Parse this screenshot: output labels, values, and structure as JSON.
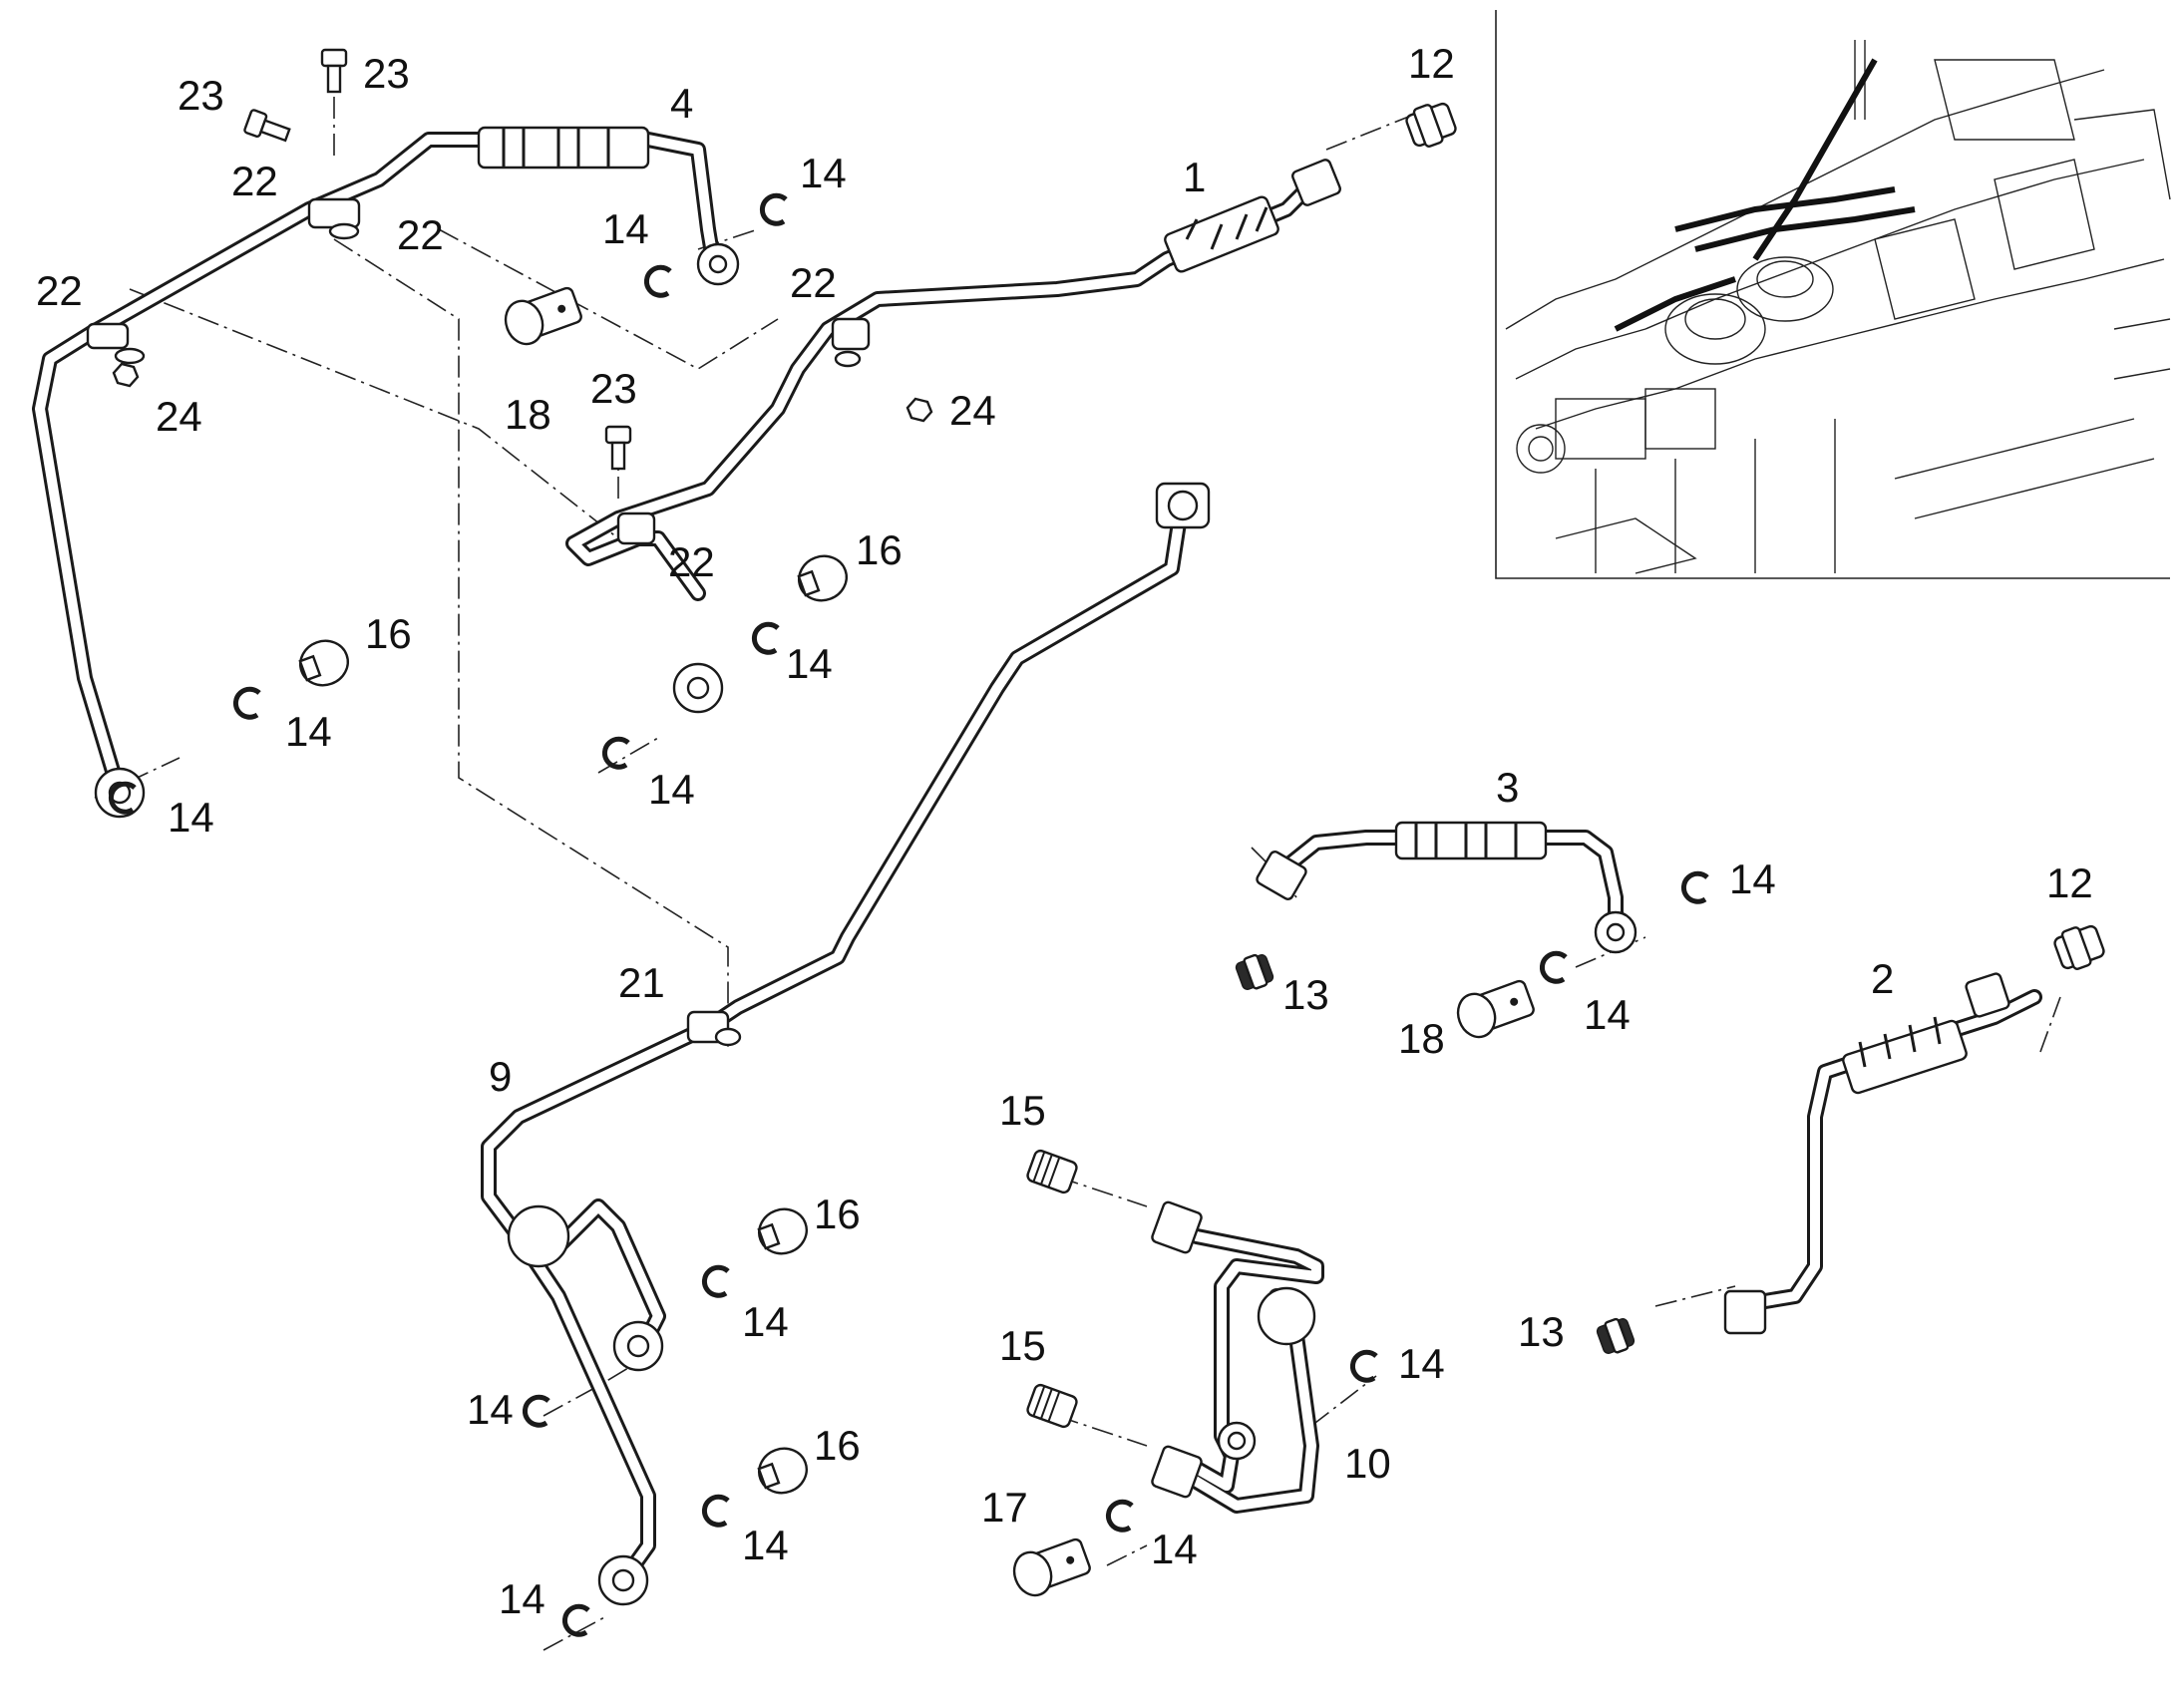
{
  "diagram": {
    "callouts": [
      {
        "id": "c12a",
        "text": "12"
      },
      {
        "id": "c23a",
        "text": "23"
      },
      {
        "id": "c23b",
        "text": "23"
      },
      {
        "id": "c4",
        "text": "4"
      },
      {
        "id": "c1",
        "text": "1"
      },
      {
        "id": "c22a",
        "text": "22"
      },
      {
        "id": "c14a",
        "text": "14"
      },
      {
        "id": "c22b",
        "text": "22"
      },
      {
        "id": "c14b",
        "text": "14"
      },
      {
        "id": "c22c",
        "text": "22"
      },
      {
        "id": "c22d",
        "text": "22"
      },
      {
        "id": "c24a",
        "text": "24"
      },
      {
        "id": "c24b",
        "text": "24"
      },
      {
        "id": "c18a",
        "text": "18"
      },
      {
        "id": "c23c",
        "text": "23"
      },
      {
        "id": "c22e",
        "text": "22"
      },
      {
        "id": "c16a",
        "text": "16"
      },
      {
        "id": "c16b",
        "text": "16"
      },
      {
        "id": "c14c",
        "text": "14"
      },
      {
        "id": "c14d",
        "text": "14"
      },
      {
        "id": "c14e",
        "text": "14"
      },
      {
        "id": "c14f",
        "text": "14"
      },
      {
        "id": "c3",
        "text": "3"
      },
      {
        "id": "c14g",
        "text": "14"
      },
      {
        "id": "c12b",
        "text": "12"
      },
      {
        "id": "c2",
        "text": "2"
      },
      {
        "id": "c13a",
        "text": "13"
      },
      {
        "id": "c18b",
        "text": "18"
      },
      {
        "id": "c14h",
        "text": "14"
      },
      {
        "id": "c21",
        "text": "21"
      },
      {
        "id": "c9",
        "text": "9"
      },
      {
        "id": "c15a",
        "text": "15"
      },
      {
        "id": "c16c",
        "text": "16"
      },
      {
        "id": "c14i",
        "text": "14"
      },
      {
        "id": "c13b",
        "text": "13"
      },
      {
        "id": "c15b",
        "text": "15"
      },
      {
        "id": "c14j",
        "text": "14"
      },
      {
        "id": "c14k",
        "text": "14"
      },
      {
        "id": "c10",
        "text": "10"
      },
      {
        "id": "c16d",
        "text": "16"
      },
      {
        "id": "c17",
        "text": "17"
      },
      {
        "id": "c14l",
        "text": "14"
      },
      {
        "id": "c14m",
        "text": "14"
      },
      {
        "id": "c14n",
        "text": "14"
      }
    ]
  }
}
